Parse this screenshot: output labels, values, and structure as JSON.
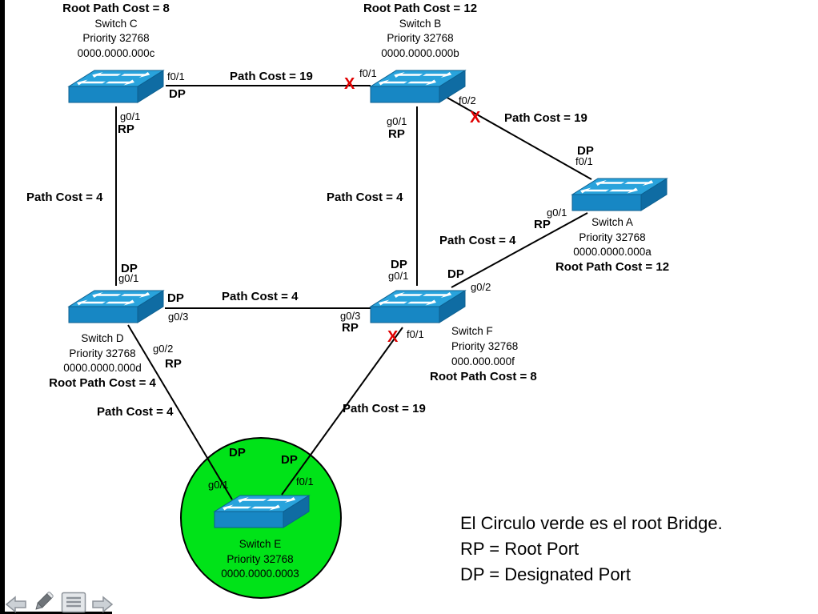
{
  "switches": {
    "c": {
      "root_cost": "Root Path Cost = 8",
      "name": "Switch C",
      "priority": "Priority 32768",
      "mac": "0000.0000.000c"
    },
    "b": {
      "root_cost": "Root Path Cost = 12",
      "name": "Switch B",
      "priority": "Priority 32768",
      "mac": "0000.0000.000b"
    },
    "a": {
      "root_cost": "Root Path Cost = 12",
      "name": "Switch A",
      "priority": "Priority 32768",
      "mac": "0000.0000.000a"
    },
    "d": {
      "root_cost": "Root Path Cost = 4",
      "name": "Switch D",
      "priority": "Priority 32768",
      "mac": "0000.0000.000d"
    },
    "f": {
      "root_cost": "Root Path Cost = 8",
      "name": "Switch F",
      "priority": "Priority 32768",
      "mac": "000.000.000f"
    },
    "e": {
      "name": "Switch E",
      "priority": "Priority 32768",
      "mac": "0000.0000.0003"
    }
  },
  "links": {
    "cb": "Path Cost = 19",
    "ba": "Path Cost = 19",
    "cd": "Path Cost = 4",
    "bf": "Path Cost = 4",
    "fa": "Path Cost = 4",
    "df": "Path Cost = 4",
    "de": "Path Cost = 4",
    "fe": "Path Cost = 19"
  },
  "roles": {
    "dp": "DP",
    "rp": "RP"
  },
  "blocked_mark": "X",
  "ports": {
    "c_f01": "f0/1",
    "c_g01": "g0/1",
    "b_f01": "f0/1",
    "b_g01": "g0/1",
    "b_f02": "f0/2",
    "a_f01": "f0/1",
    "a_g01": "g0/1",
    "d_g01": "g0/1",
    "d_g03": "g0/3",
    "d_g02": "g0/2",
    "f_g01": "g0/1",
    "f_g02": "g0/2",
    "f_g03": "g0/3",
    "f_f01": "f0/1",
    "e_g01": "g0/1",
    "e_f01": "f0/1"
  },
  "legend": {
    "line1": "El Circulo verde es el root Bridge.",
    "line2": "RP = Root Port",
    "line3": "DP = Designated Port"
  },
  "colors": {
    "root_circle": "#00e318",
    "switch_top": "#29a3dc",
    "switch_front": "#1787c4",
    "switch_side": "#0f6ca3",
    "blocked_x": "#e00000",
    "link": "#000000"
  }
}
